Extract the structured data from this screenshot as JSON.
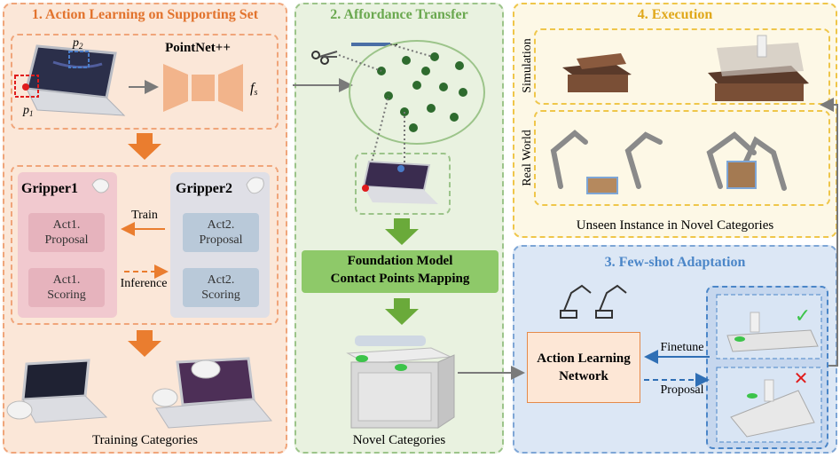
{
  "colors": {
    "panel1_bg": "#fbe7d8",
    "panel1_border": "#f0a57a",
    "panel1_title": "#e2732d",
    "panel2_bg": "#e9f2e0",
    "panel2_border": "#9cc48a",
    "panel2_title": "#6aa84f",
    "panel3_bg": "#dce7f5",
    "panel3_border": "#7ea6d6",
    "panel3_title": "#4b86c8",
    "panel4_bg": "#fdf8e6",
    "panel4_border": "#efc64a",
    "panel4_title": "#e0a81b",
    "arrow_orange": "#ea7d2f",
    "arrow_green": "#6aaa3a",
    "arrow_gray": "#7a7a7a",
    "dot_green": "#2e6b2e",
    "point_red": "#e01c1c",
    "point_blue": "#4a7cc8"
  },
  "panel1": {
    "title": "1. Action Learning on Supporting Set",
    "p1_label": "p1",
    "p2_label": "p2",
    "network_label": "PointNet++",
    "feature_label": "fs",
    "gripper1": {
      "title": "Gripper1",
      "act_proposal": "Act1.\nProposal",
      "act_scoring": "Act1.\nScoring"
    },
    "gripper2": {
      "title": "Gripper2",
      "act_proposal": "Act2.\nProposal",
      "act_scoring": "Act2.\nScoring"
    },
    "train_label": "Train",
    "inference_label": "Inference",
    "caption": "Training Categories"
  },
  "panel2": {
    "title": "2. Affordance Transfer",
    "foundation_line1": "Foundation Model",
    "foundation_line2": "Contact Points Mapping",
    "caption": "Novel Categories"
  },
  "panel3": {
    "title": "3. Few-shot Adaptation",
    "network_line1": "Action Learning",
    "network_line2": "Network",
    "finetune_label": "Finetune",
    "proposal_label": "Proposal",
    "check_mark": "✓",
    "cross_mark": "✕"
  },
  "panel4": {
    "title": "4. Execution",
    "simulation_label": "Simulation",
    "real_world_label": "Real World",
    "caption": "Unseen Instance in Novel Categories"
  },
  "icons": [
    "laptop-icon",
    "scissors-icon",
    "pen-icon",
    "gripper-icon",
    "robot-arm-icon",
    "box-icon",
    "toolbox-icon"
  ]
}
